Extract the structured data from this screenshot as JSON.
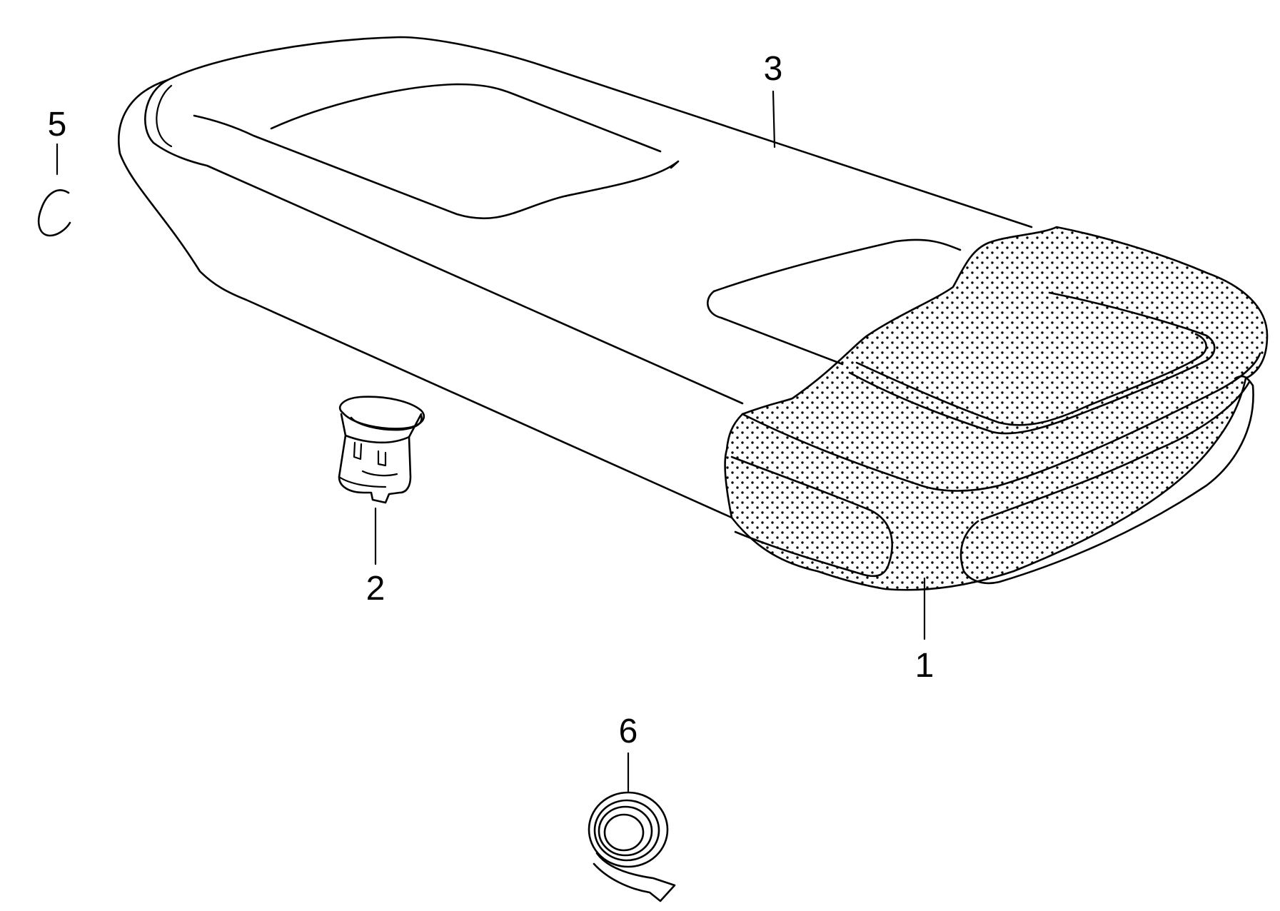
{
  "diagram": {
    "callouts": [
      {
        "id": "1",
        "label": "1",
        "part": "foam-pad"
      },
      {
        "id": "2",
        "label": "2",
        "part": "clip"
      },
      {
        "id": "3",
        "label": "3",
        "part": "seat-cover"
      },
      {
        "id": "5",
        "label": "5",
        "part": "retaining-ring"
      },
      {
        "id": "6",
        "label": "6",
        "part": "adhesive-tape-roll"
      }
    ],
    "colors": {
      "ink": "#000000",
      "background": "#ffffff"
    }
  }
}
